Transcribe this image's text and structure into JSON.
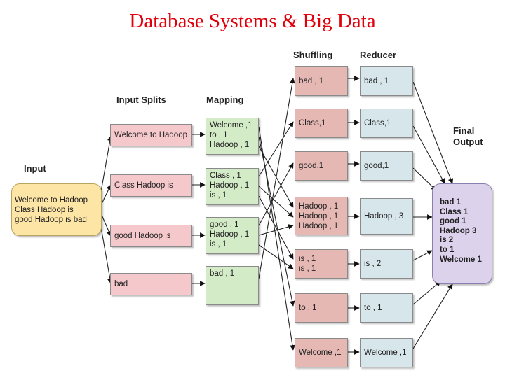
{
  "title": "Database Systems & Big Data",
  "headers": {
    "input": "Input",
    "input_splits": "Input Splits",
    "mapping": "Mapping",
    "shuffling": "Shuffling",
    "reducer": "Reducer",
    "final_output_line1": "Final",
    "final_output_line2": "Output"
  },
  "input": {
    "lines": [
      "Welcome to Hadoop",
      "Class Hadoop is",
      "good Hadoop is bad"
    ]
  },
  "splits": [
    "Welcome to Hadoop",
    "Class Hadoop is",
    "good Hadoop is",
    "bad"
  ],
  "mapping": [
    [
      "Welcome ,1",
      "to , 1",
      "Hadoop , 1"
    ],
    [
      "Class , 1",
      "Hadoop , 1",
      "is , 1"
    ],
    [
      "good , 1",
      "Hadoop , 1",
      "is , 1"
    ],
    [
      "bad , 1"
    ]
  ],
  "shuffling": [
    [
      "bad , 1"
    ],
    [
      "Class,1"
    ],
    [
      "good,1"
    ],
    [
      "Hadoop , 1",
      "Hadoop , 1",
      "Hadoop , 1"
    ],
    [
      "is , 1",
      "is , 1"
    ],
    [
      "to ,  1"
    ],
    [
      "Welcome ,1"
    ]
  ],
  "reducer": [
    "bad , 1",
    "Class,1",
    "good,1",
    "Hadoop , 3",
    "is , 2",
    "to ,  1",
    "Welcome ,1"
  ],
  "final_output": [
    "bad 1",
    "Class 1",
    "good 1",
    "Hadoop 3",
    "is 2",
    "to 1",
    "Welcome 1"
  ],
  "colors": {
    "title": "#e0000b",
    "input": "#fde5a6",
    "split": "#f5c8cc",
    "mapping": "#d3ebc7",
    "shuffling": "#e6b8b4",
    "reducer": "#d6e6ea",
    "final": "#dcd2ec"
  }
}
